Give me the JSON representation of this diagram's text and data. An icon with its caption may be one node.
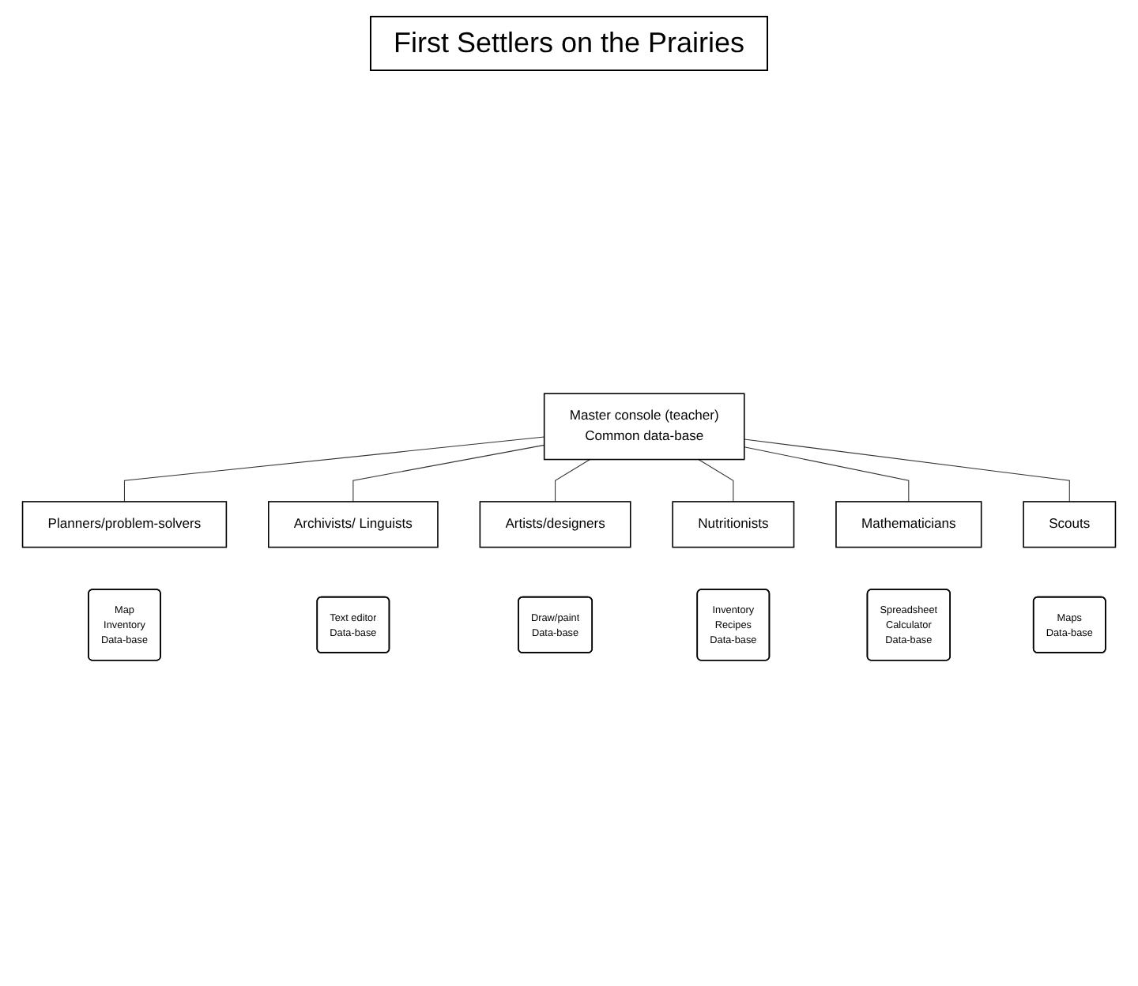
{
  "diagram": {
    "title": "First Settlers on the Prairies",
    "nodes": [
      {
        "text": [
          "Master console (teacher)",
          "Common data-base"
        ]
      },
      {
        "text": [
          "Planners/problem-solvers"
        ]
      },
      {
        "text": [
          "Map",
          "Inventory",
          "Data-base"
        ]
      },
      {
        "text": [
          "Archivists/ Linguists"
        ]
      },
      {
        "text": [
          "Text editor",
          "Data-base"
        ]
      },
      {
        "text": [
          "Artists/designers"
        ]
      },
      {
        "text": [
          "Draw/paint",
          "Data-base"
        ]
      },
      {
        "text": [
          "Nutritionists"
        ]
      },
      {
        "text": [
          "Inventory",
          "Recipes",
          "Data-base"
        ]
      },
      {
        "text": [
          "Mathematicians"
        ]
      },
      {
        "text": [
          "Spreadsheet",
          "Calculator",
          "Data-base"
        ]
      },
      {
        "text": [
          "Scouts"
        ]
      },
      {
        "text": [
          "Maps",
          "Data-base"
        ]
      }
    ],
    "edges": [
      {
        "from": 0,
        "to": 1,
        "arrow": "none"
      },
      {
        "from": 0,
        "to": 3,
        "arrow": "none"
      },
      {
        "from": 0,
        "to": 5,
        "arrow": "none"
      },
      {
        "from": 0,
        "to": 7,
        "arrow": "none"
      },
      {
        "from": 0,
        "to": 9,
        "arrow": "none"
      },
      {
        "from": 0,
        "to": 11,
        "arrow": "none"
      }
    ]
  }
}
